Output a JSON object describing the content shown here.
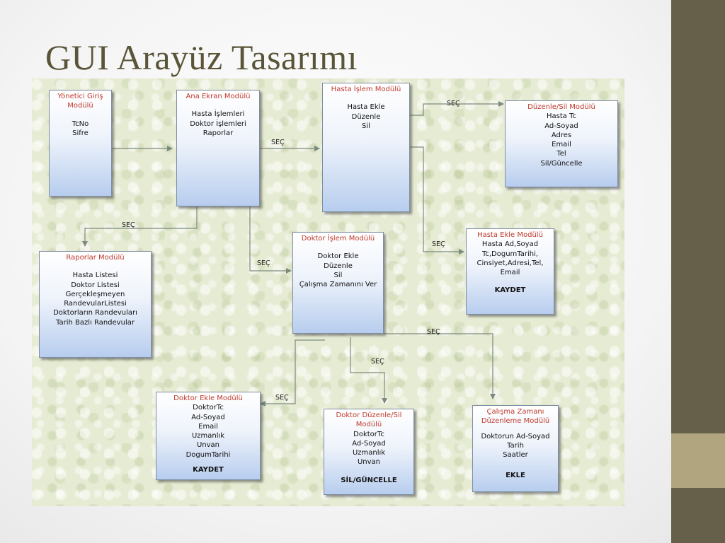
{
  "slide": {
    "title": "GUI Arayüz Tasarımı"
  },
  "diagram": {
    "arrow_label": "SEÇ",
    "boxes": {
      "yonetici": {
        "title": "Yönetici Giriş Modülü",
        "lines": [
          "TcNo",
          "Sifre"
        ]
      },
      "ana_ekran": {
        "title": "Ana Ekran Modülü",
        "lines": [
          "Hasta İşlemleri",
          "Doktor İşlemleri",
          "Raporlar"
        ]
      },
      "hasta_islem": {
        "title": "Hasta İşlem Modülü",
        "lines": [
          "Hasta Ekle",
          "Düzenle",
          "Sil"
        ]
      },
      "duzenle_sil": {
        "title": "Düzenle/Sil Modülü",
        "lines": [
          "Hasta Tc",
          "Ad-Soyad",
          "Adres",
          "Email",
          "Tel",
          "Sil/Güncelle"
        ]
      },
      "raporlar": {
        "title": "Raporlar Modülü",
        "lines": [
          "Hasta Listesi",
          "Doktor Listesi",
          "Gerçekleşmeyen",
          "RandevularListesi",
          "Doktorların Randevuları",
          "Tarih Bazlı Randevular"
        ]
      },
      "doktor_islem": {
        "title": "Doktor İşlem Modülü",
        "lines": [
          "Doktor Ekle",
          "Düzenle",
          "Sil",
          "Çalışma Zamanını Ver"
        ]
      },
      "hasta_ekle": {
        "title": "Hasta Ekle Modülü",
        "lines": [
          "Hasta Ad,Soyad",
          "Tc,DogumTarihi,",
          "Cinsiyet,Adresi,Tel,",
          "Email"
        ],
        "action": "KAYDET"
      },
      "doktor_ekle": {
        "title": "Doktor Ekle Modülü",
        "lines": [
          "DoktorTc",
          "Ad-Soyad",
          "Email",
          "Uzmanlık",
          "Unvan",
          "DogumTarihi"
        ],
        "action": "KAYDET"
      },
      "doktor_duzenle": {
        "title": "Doktor Düzenle/Sil Modülü",
        "lines": [
          "DoktorTc",
          "Ad-Soyad",
          "Uzmanlık",
          "Unvan"
        ],
        "action": "SİL/GÜNCELLE"
      },
      "calisma_zamani": {
        "title": "Çalışma Zamanı Düzenleme Modülü",
        "lines": [
          "Doktorun Ad-Soyad",
          "Tarih",
          "Saatler"
        ],
        "action": "EKLE"
      }
    }
  },
  "colors": {
    "sidebar": "#66604a",
    "sidebar_accent": "#b0a57f",
    "title_text": "#5a5538",
    "box_title": "#c0392b",
    "connector": "#7c8a80"
  }
}
